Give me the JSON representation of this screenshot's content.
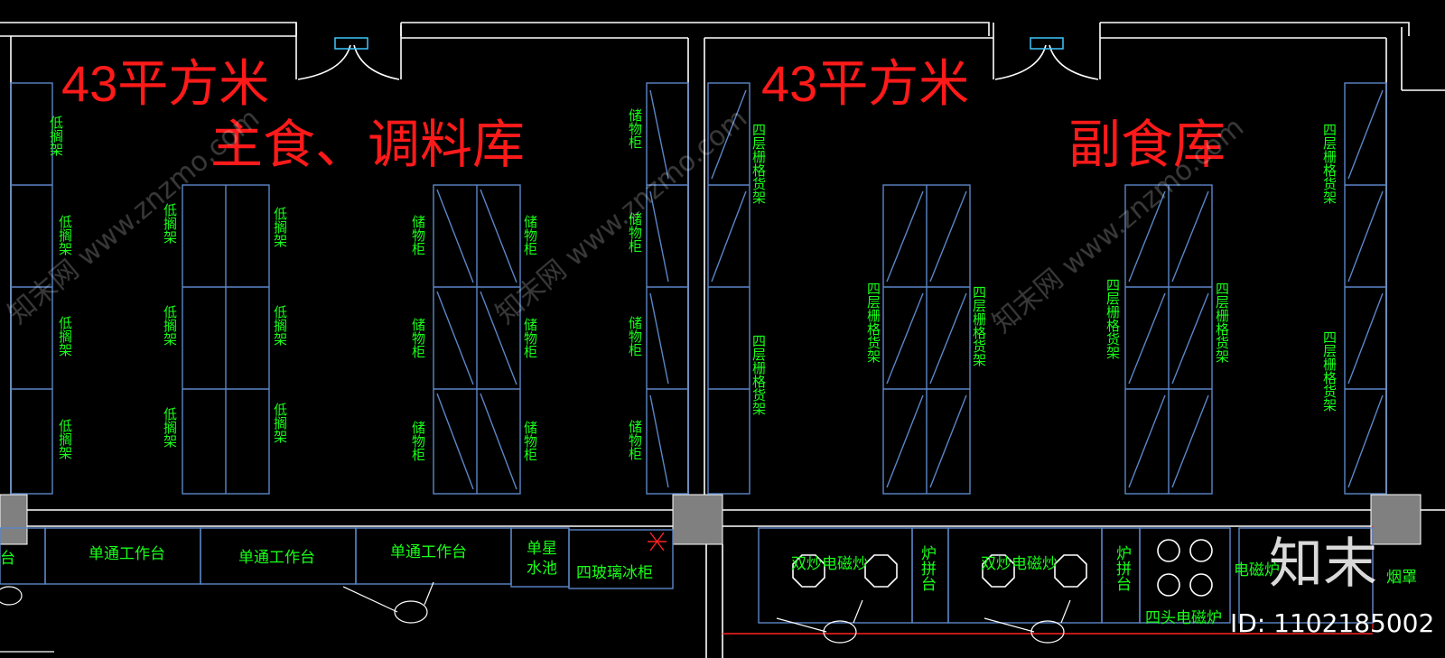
{
  "left_room": {
    "area_label": "43平方米",
    "name_label": "主食、调料库",
    "left_shelf_labels": [
      "低搁架",
      "低搁架",
      "低搁架",
      "低搁架"
    ],
    "middle_shelf_left_labels": [
      "低搁架",
      "低搁架",
      "低搁架"
    ],
    "middle_shelf_right_labels": [
      "低搁架",
      "低搁架",
      "低搁架"
    ],
    "cabinet_left_labels": [
      "储物柜",
      "储物柜",
      "储物柜"
    ],
    "cabinet_right_labels": [
      "储物柜",
      "储物柜",
      "储物柜"
    ],
    "right_cabinet_labels": [
      "储物柜",
      "储物柜",
      "储物柜",
      "储物柜"
    ]
  },
  "right_room": {
    "area_label": "43平方米",
    "name_label": "副食库",
    "left_rack_labels": [
      "四层栅格货架",
      "四层栅格货架"
    ],
    "center_rack_a_left": "四层栅格货架",
    "center_rack_a_right": "四层栅格货架",
    "center_rack_b_left": "四层栅格货架",
    "center_rack_b_right": "四层栅格货架",
    "right_rack_labels": [
      "四层栅格货架",
      "四层栅格货架"
    ]
  },
  "kitchen": {
    "partial_left": "台",
    "workbench_1": "单通工作台",
    "workbench_2": "单通工作台",
    "workbench_3": "单通工作台",
    "sink": "单星水池",
    "fridge": "四玻璃冰柜",
    "stir_fry_1": "双炒电磁炒",
    "stove_1": "炉拼台",
    "stir_fry_2": "双炒电磁炒",
    "stove_2": "炉拼台",
    "four_head": "四头电磁炉",
    "induction": "电磁炉",
    "hood": "烟罩"
  },
  "watermark": {
    "logo": "知末",
    "id_text": "ID: 1102185002",
    "diagonal": "知末网 www.znzmo.com"
  },
  "colors": {
    "wall": "#ffffff",
    "equipment": "#5b86c7",
    "label_text": "#19ff19",
    "title_text": "#ff1a1a",
    "column": "#808080"
  }
}
